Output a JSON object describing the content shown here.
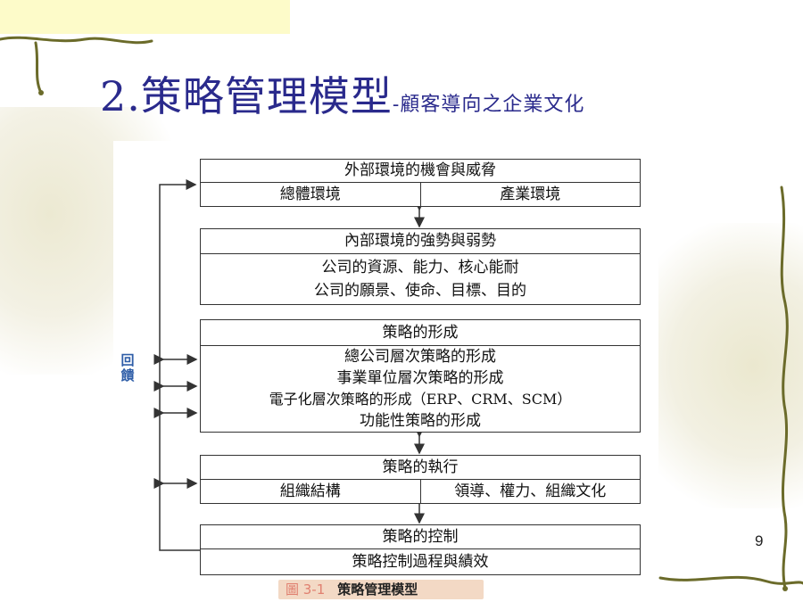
{
  "slide": {
    "title_main": "2.策略管理模型",
    "title_sub": "-顧客導向之企業文化",
    "page_number": "9"
  },
  "diagram": {
    "external": {
      "header": "外部環境的機會與威脅",
      "left": "總體環境",
      "right": "產業環境"
    },
    "internal": {
      "header": "內部環境的強勢與弱勢",
      "lines": [
        "公司的資源、能力、核心能耐",
        "公司的願景、使命、目標、目的"
      ]
    },
    "formulation": {
      "header": "策略的形成",
      "lines": [
        "總公司層次策略的形成",
        "事業單位層次策略的形成",
        "電子化層次策略的形成（ERP、CRM、SCM）",
        "功能性策略的形成"
      ]
    },
    "implementation": {
      "header": "策略的執行",
      "left": "組織結構",
      "right": "領導、權力、組織文化"
    },
    "control": {
      "header": "策略的控制",
      "line": "策略控制過程與績效"
    },
    "feedback_label": "回饋",
    "caption_number": "圖 3-1",
    "caption_text": "策略管理模型"
  },
  "colors": {
    "title": "#2a2a8c",
    "feedback_label": "#2f5ea8",
    "caption_bg": "#f3d9c5",
    "vine": "#6b6b2a"
  }
}
